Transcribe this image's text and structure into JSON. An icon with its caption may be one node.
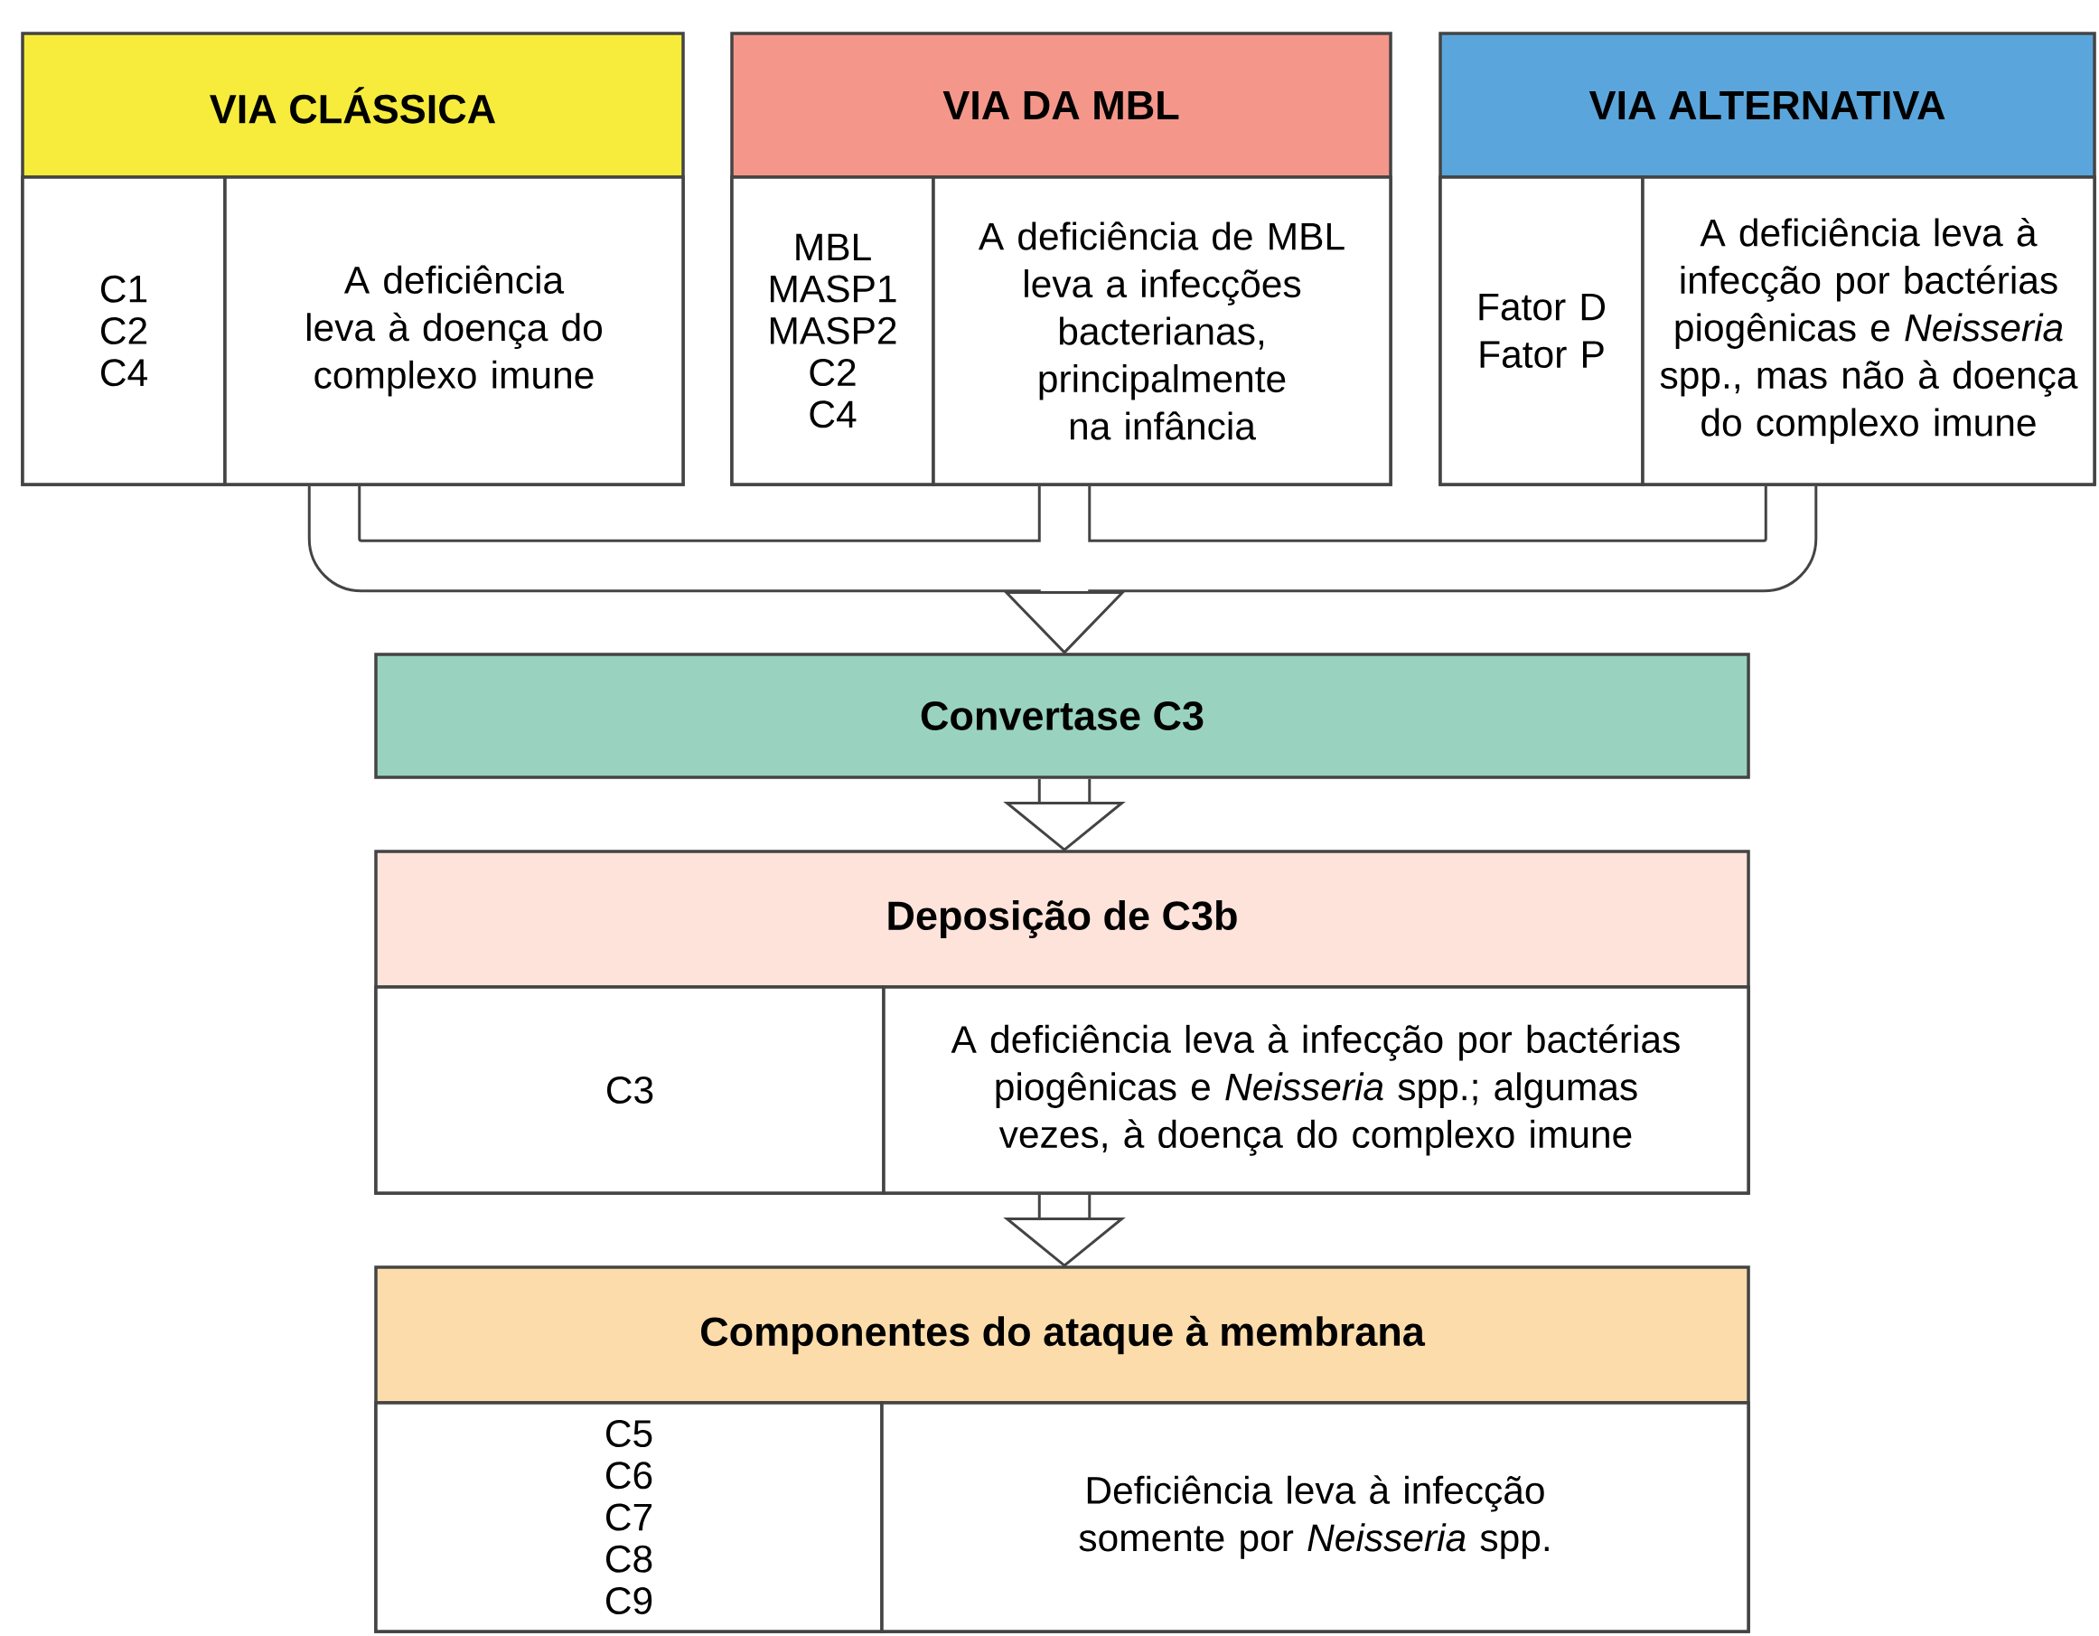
{
  "diagram": {
    "nodes": [
      {
        "text": [
          "VIA CLÁSSICA"
        ]
      },
      {
        "text": [
          "C1 C2 C4"
        ],
        "in": 0
      },
      {
        "text": [
          "A deficiência leva à doença do complexo imune"
        ],
        "in": 0
      },
      {
        "text": [
          "VIA DA MBL"
        ]
      },
      {
        "text": [
          "MBL MASP1 MASP2 C2 C4"
        ],
        "in": 3
      },
      {
        "text": [
          "A deficiência de MBL leva a infecções bacterianas, principalmente na infância"
        ],
        "in": 3
      },
      {
        "text": [
          "VIA ALTERNATIVA"
        ]
      },
      {
        "text": [
          "Fator D Fator P"
        ],
        "in": 6
      },
      {
        "text": [
          "A deficiência leva à infecção por bactérias piogênicas e *Neisseria* spp., mas não à doença do complexo imune"
        ],
        "in": 6
      },
      {
        "text": [
          "Convertase C3"
        ]
      },
      {
        "text": [
          "Deposição de C3b"
        ]
      },
      {
        "text": [
          "C3"
        ],
        "in": 10
      },
      {
        "text": [
          "A deficiência leva à infecção por bactérias piogênicas e *Neisseria* spp.; algumas vezes, à doença do complexo imune"
        ],
        "in": 10
      },
      {
        "text": [
          "Componentes do ataque à membrana"
        ]
      },
      {
        "text": [
          "C5 C6 C7 C8 C9"
        ],
        "in": 13
      },
      {
        "text": [
          "Deficiência leva à infecção somente por *Neisseria* spp."
        ],
        "in": 13
      }
    ],
    "edges": [
      {
        "from": 0,
        "to": 9,
        "arrow": "to"
      },
      {
        "from": 3,
        "to": 9,
        "arrow": "to"
      },
      {
        "from": 6,
        "to": 9,
        "arrow": "to"
      },
      {
        "from": 9,
        "to": 10,
        "arrow": "to"
      },
      {
        "from": 10,
        "to": 13,
        "arrow": "to"
      }
    ]
  }
}
